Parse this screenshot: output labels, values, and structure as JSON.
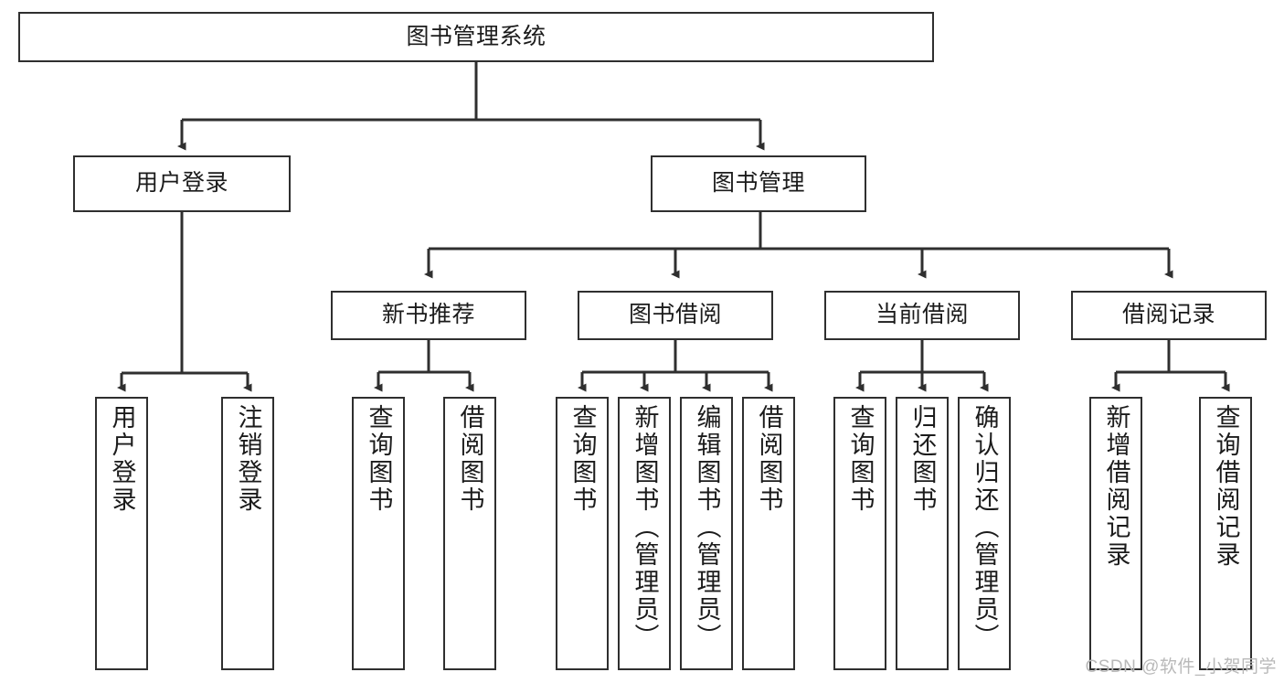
{
  "diagram": {
    "title_node": {
      "id": "root",
      "label": "图书管理系统"
    },
    "level1": [
      {
        "id": "login",
        "label": "用户登录"
      },
      {
        "id": "bookmgmt",
        "label": "图书管理"
      }
    ],
    "level2": [
      {
        "id": "newbook",
        "label": "新书推荐"
      },
      {
        "id": "borrow",
        "label": "图书借阅"
      },
      {
        "id": "current",
        "label": "当前借阅"
      },
      {
        "id": "records",
        "label": "借阅记录"
      }
    ],
    "leaves": {
      "login": [
        {
          "id": "login-user",
          "label": "用户登录"
        },
        {
          "id": "login-logout",
          "label": "注销登录"
        }
      ],
      "newbook": [
        {
          "id": "new-query",
          "label": "查询图书"
        },
        {
          "id": "new-borrow",
          "label": "借阅图书"
        }
      ],
      "borrow": [
        {
          "id": "borrow-query",
          "label": "查询图书"
        },
        {
          "id": "borrow-add",
          "label": "新增图书（管理员）"
        },
        {
          "id": "borrow-edit",
          "label": "编辑图书（管理员）"
        },
        {
          "id": "borrow-lend",
          "label": "借阅图书"
        }
      ],
      "current": [
        {
          "id": "cur-query",
          "label": "查询图书"
        },
        {
          "id": "cur-return",
          "label": "归还图书"
        },
        {
          "id": "cur-confirm",
          "label": "确认归还（管理员）"
        }
      ],
      "records": [
        {
          "id": "rec-add",
          "label": "新增借阅记录"
        },
        {
          "id": "rec-query",
          "label": "查询借阅记录"
        }
      ]
    }
  },
  "watermark": {
    "text": "CSDN @软件_小贺同学"
  },
  "colors": {
    "border": "#2f2f2f",
    "background": "#ffffff",
    "text": "#1b1b1b",
    "watermark": "#b9b9b9"
  }
}
